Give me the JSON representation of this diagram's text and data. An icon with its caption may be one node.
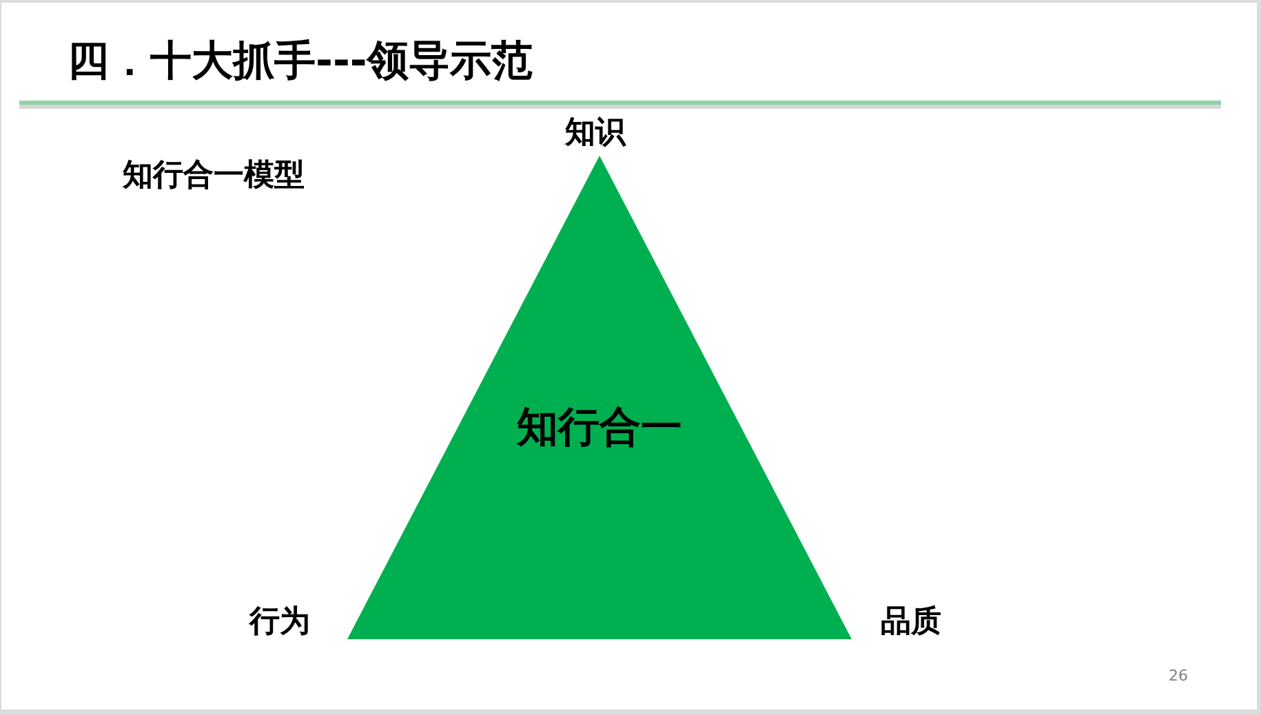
{
  "diagram": {
    "title": "四．十大抓手---领导示范",
    "nodes": [
      {
        "text": [
          "知行合一"
        ],
        "beside": [
          "知识",
          "行为",
          "品质"
        ]
      }
    ],
    "labels": [
      "知行合一模型",
      "26"
    ]
  }
}
